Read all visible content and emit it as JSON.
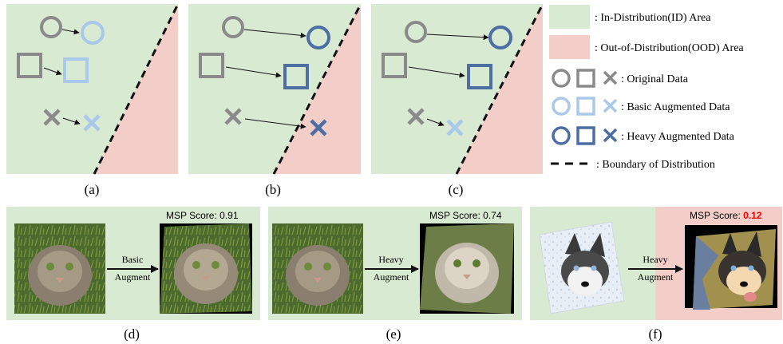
{
  "colors": {
    "id_area": "#d8ead2",
    "ood_area": "#f3cec9",
    "original": "#8a8a8a",
    "basic": "#aac8ea",
    "heavy": "#4d6ea3",
    "msp_highlight": "#ff0000"
  },
  "icons": [
    "circle-shape",
    "square-shape",
    "cross-shape",
    "cat-photo",
    "husky-photo"
  ],
  "panels_top": [
    {
      "caption": "(a)"
    },
    {
      "caption": "(b)"
    },
    {
      "caption": "(c)"
    }
  ],
  "legend": {
    "id_area": ": In-Distribution(ID) Area",
    "ood_area": ": Out-of-Distribution(OOD) Area",
    "original": ": Original Data",
    "basic": ": Basic Augmented Data",
    "heavy": ": Heavy Augmented Data",
    "boundary": ": Boundary of Distribution"
  },
  "panels_bottom": [
    {
      "caption": "(d)",
      "msp_label": "MSP Score: ",
      "msp_value": "0.91",
      "aug_line1": "Basic",
      "aug_line2": "Augment"
    },
    {
      "caption": "(e)",
      "msp_label": "MSP Score: ",
      "msp_value": "0.74",
      "aug_line1": "Heavy",
      "aug_line2": "Augment"
    },
    {
      "caption": "(f)",
      "msp_label": "MSP Score: ",
      "msp_value": "0.12",
      "aug_line1": "Heavy",
      "aug_line2": "Augment"
    }
  ]
}
